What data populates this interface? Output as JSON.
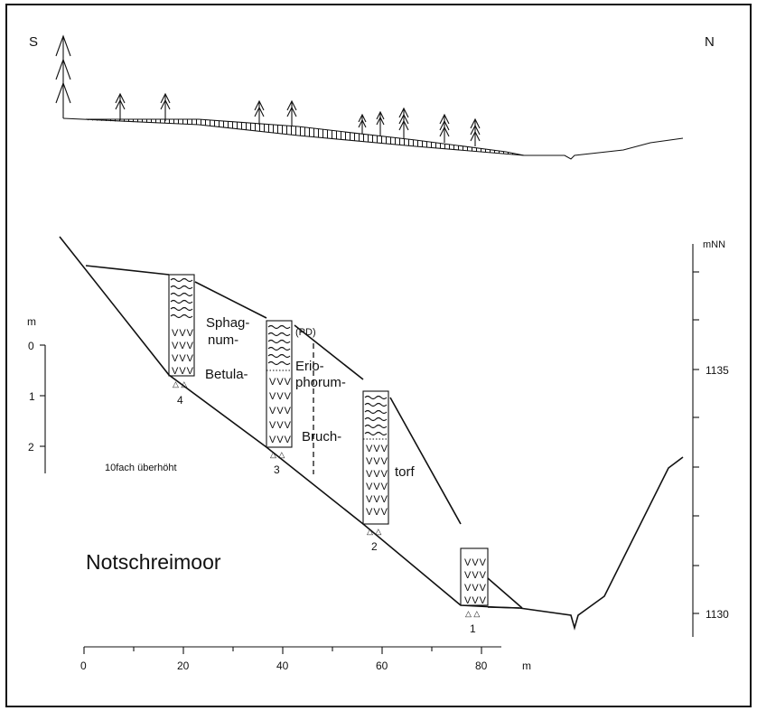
{
  "compass": {
    "left": "S",
    "right": "N"
  },
  "title": "Notschreimoor",
  "exaggeration_note": "10fach überhöht",
  "peat_labels": {
    "sphagnum": "Sphag-",
    "sphagnum2": "num-",
    "pd": "(PD)",
    "erio1": "Erio-",
    "erio2": "phorum-",
    "betula": "Betula-",
    "bruch": "Bruch-",
    "torf": "torf"
  },
  "cores": [
    "1",
    "2",
    "3",
    "4"
  ],
  "x_axis": {
    "unit": "m",
    "ticks": [
      "0",
      "20",
      "40",
      "60",
      "80"
    ]
  },
  "depth_scale": {
    "unit": "m",
    "ticks": [
      "0",
      "1",
      "2"
    ]
  },
  "elevation_scale": {
    "unit": "mNN",
    "ticks": [
      "1135",
      "1130"
    ]
  }
}
